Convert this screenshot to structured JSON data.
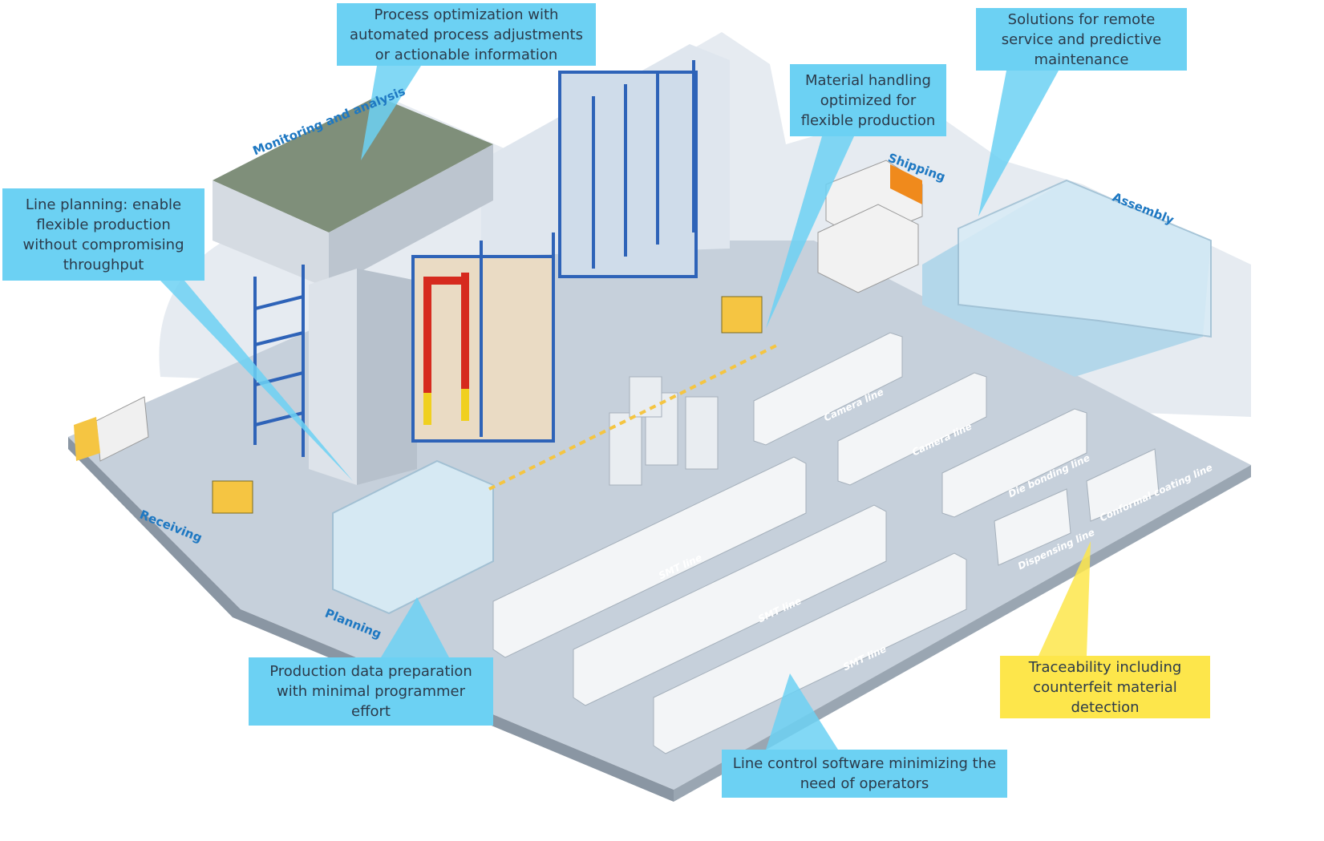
{
  "callouts": {
    "process_optimization": "Process optimization with automated process adjustments or actionable information",
    "remote_service": "Solutions for remote service and predictive maintenance",
    "material_handling": "Material handling optimized for flexible production",
    "line_planning": "Line planning: enable flexible production without compromising throughput",
    "production_data": "Production data preparation with minimal programmer effort",
    "traceability": "Traceability  including counterfeit material detection",
    "line_control": "Line control software minimizing the need of operators"
  },
  "areas": {
    "monitoring": "Monitoring and analysis",
    "shipping": "Shipping",
    "assembly": "Assembly",
    "receiving": "Receiving",
    "planning": "Planning"
  },
  "lines": {
    "camera_1": "Camera line",
    "camera_2": "Camera line",
    "die_bonding": "Die bonding line",
    "conformal_coating": "Conformal coating line",
    "dispensing": "Dispensing line",
    "smt_1": "SMT line",
    "smt_2": "SMT line",
    "smt_3": "SMT line"
  },
  "colors": {
    "callout_blue": "#6cd1f3",
    "callout_yellow": "#fde64b",
    "area_label": "#1e78c2",
    "floor": "#c9d3de",
    "wall": "#e4e9ef",
    "rack_blue": "#2e63b8",
    "crane_red": "#d62a1e"
  }
}
